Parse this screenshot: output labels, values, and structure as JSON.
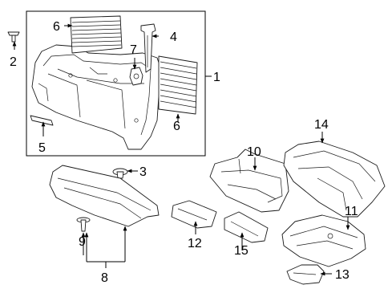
{
  "callouts": [
    {
      "id": "c1",
      "text": "1"
    },
    {
      "id": "c2",
      "text": "2"
    },
    {
      "id": "c3",
      "text": "3"
    },
    {
      "id": "c4",
      "text": "4"
    },
    {
      "id": "c5",
      "text": "5"
    },
    {
      "id": "c6a",
      "text": "6"
    },
    {
      "id": "c6b",
      "text": "6"
    },
    {
      "id": "c7",
      "text": "7"
    },
    {
      "id": "c8",
      "text": "8"
    },
    {
      "id": "c9",
      "text": "9"
    },
    {
      "id": "c10",
      "text": "10"
    },
    {
      "id": "c11",
      "text": "11"
    },
    {
      "id": "c12",
      "text": "12"
    },
    {
      "id": "c13",
      "text": "13"
    },
    {
      "id": "c14",
      "text": "14"
    },
    {
      "id": "c15",
      "text": "15"
    }
  ]
}
